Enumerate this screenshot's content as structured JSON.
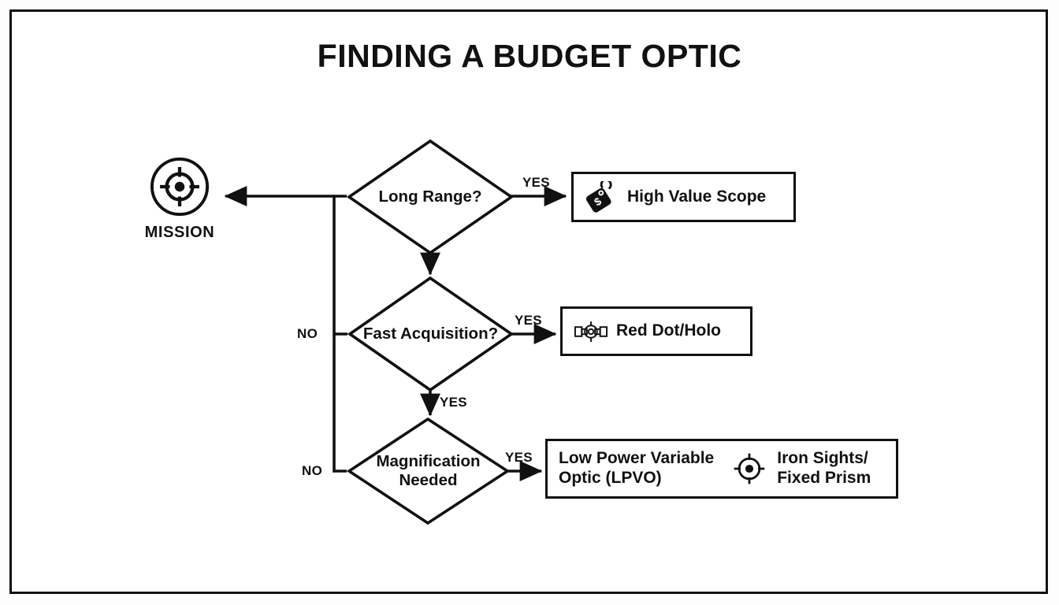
{
  "page": {
    "title": "FINDING A BUDGET OPTIC",
    "background_color": "#ffffff",
    "line_color": "#111111",
    "border_color": "#111111"
  },
  "start": {
    "label": "MISSION",
    "icon": "crosshair-target-icon"
  },
  "decisions": [
    {
      "id": "long-range",
      "label": "Long Range?",
      "yes_label": "YES",
      "no_label": ""
    },
    {
      "id": "fast-acquisition",
      "label": "Fast Acquisition?",
      "yes_label": "YES",
      "no_label": "NO",
      "down_label": "YES"
    },
    {
      "id": "magnification-needed",
      "label_line1": "Magnification",
      "label_line2": "Needed",
      "yes_label": "YES",
      "no_label": "NO"
    }
  ],
  "outcomes": [
    {
      "id": "high-value-scope",
      "label": "High Value Scope",
      "icon": "price-tag-dollar-icon"
    },
    {
      "id": "red-dot-holo",
      "label": "Red Dot/Holo",
      "icon": "red-dot-sight-icon"
    },
    {
      "id": "lpvo",
      "label_line1": "Low Power Variable",
      "label_line2": "Optic (LPVO)",
      "icon": ""
    },
    {
      "id": "iron-sights-fixed-prism",
      "label_line1": "Iron Sights/",
      "label_line2": "Fixed Prism",
      "icon": "crosshair-target-icon"
    }
  ]
}
